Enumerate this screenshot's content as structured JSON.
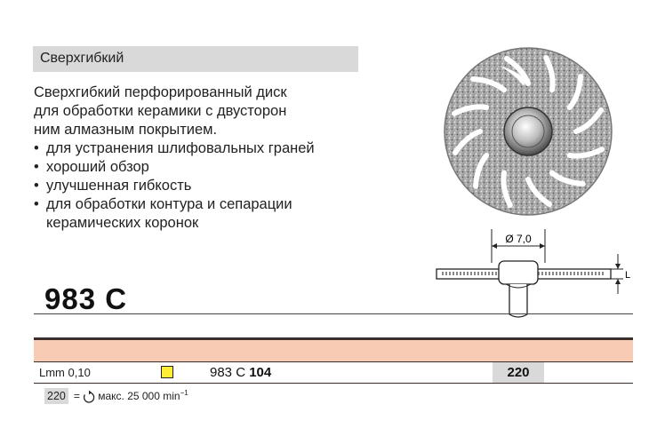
{
  "category": "Сверхгибкий",
  "description": "Сверхгибкий перфорированный диск\nдля обработки керамики с двусторон\nним алмазным покрытием.",
  "bullets": [
    "для устранения шлифовальных граней",
    "хороший обзор",
    "улучшенная гибкость",
    "для обработки контура и сепарации\nкерамических коронок"
  ],
  "drawing": {
    "diameter": "Ø 7,0",
    "thickness": "L"
  },
  "model": "983 C",
  "row": {
    "lmm": "Lmm 0,10",
    "swatch_color": "#ffee33",
    "ref_prefix": "983 C ",
    "ref_size": "104",
    "qty": "220"
  },
  "footer": {
    "code": "220",
    "eq": "=",
    "icon": "rotation-icon",
    "speed": "макс. 25 000 min",
    "exp": "−1"
  }
}
